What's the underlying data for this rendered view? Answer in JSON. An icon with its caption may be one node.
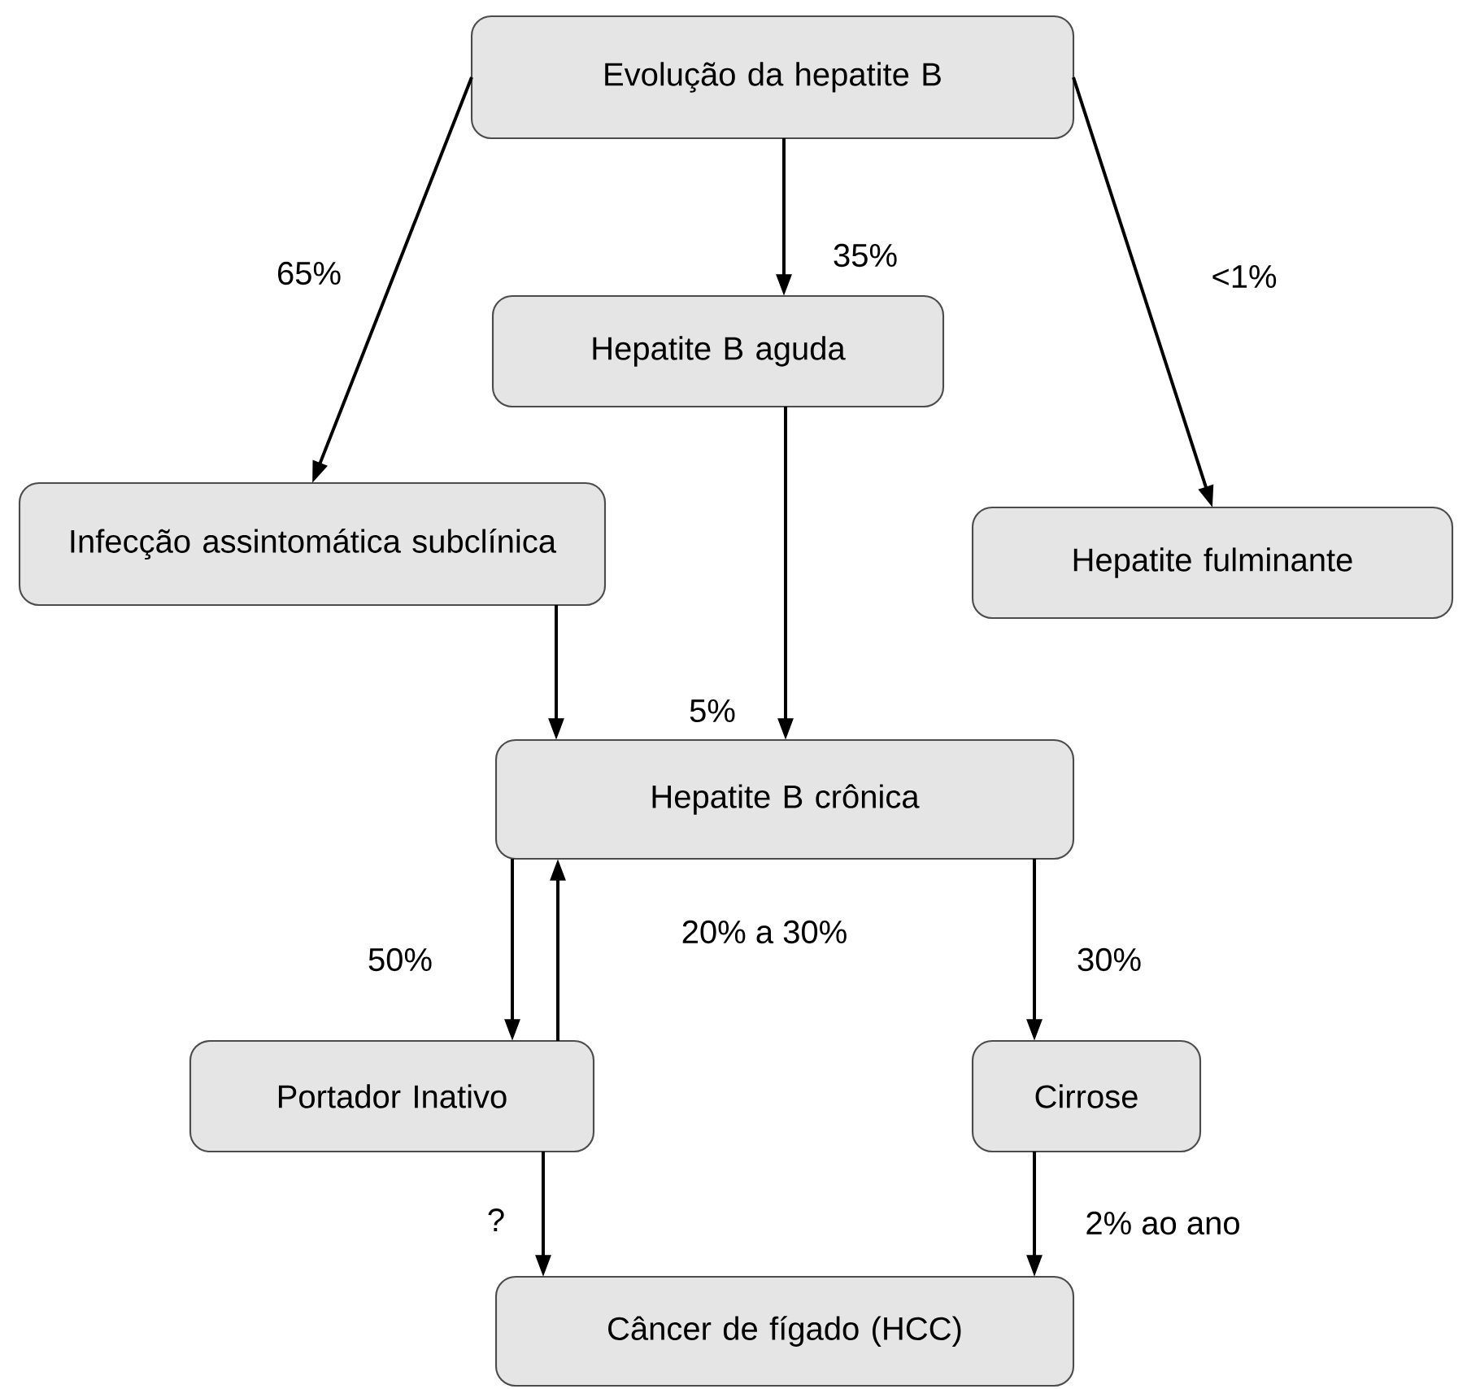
{
  "diagram": {
    "nodes": [
      {
        "text": [
          "Evolução da hepatite B"
        ]
      },
      {
        "text": [
          "Hepatite B aguda"
        ]
      },
      {
        "text": [
          "Infecção assintomática subclínica"
        ]
      },
      {
        "text": [
          "Hepatite fulminante"
        ]
      },
      {
        "text": [
          "Hepatite B crônica"
        ]
      },
      {
        "text": [
          "Portador Inativo"
        ]
      },
      {
        "text": [
          "Cirrose"
        ]
      },
      {
        "text": [
          "Câncer de fígado (HCC)"
        ]
      }
    ],
    "edges": [
      {
        "from": 0,
        "to": 2,
        "arrow": "to",
        "label": "65%"
      },
      {
        "from": 0,
        "to": 1,
        "arrow": "to",
        "label": "35%"
      },
      {
        "from": 0,
        "to": 3,
        "arrow": "to",
        "label": "<1%"
      },
      {
        "from": 2,
        "to": 4,
        "arrow": "to"
      },
      {
        "from": 1,
        "to": 4,
        "arrow": "to",
        "label": "5%"
      },
      {
        "from": 4,
        "to": 5,
        "arrow": "to",
        "label": "50%"
      },
      {
        "from": 5,
        "to": 4,
        "arrow": "to",
        "label": "20% a 30%"
      },
      {
        "from": 4,
        "to": 6,
        "arrow": "to",
        "label": "30%"
      },
      {
        "from": 5,
        "to": 7,
        "arrow": "to",
        "label": "?"
      },
      {
        "from": 6,
        "to": 7,
        "arrow": "to",
        "label": "2% ao ano"
      }
    ]
  }
}
